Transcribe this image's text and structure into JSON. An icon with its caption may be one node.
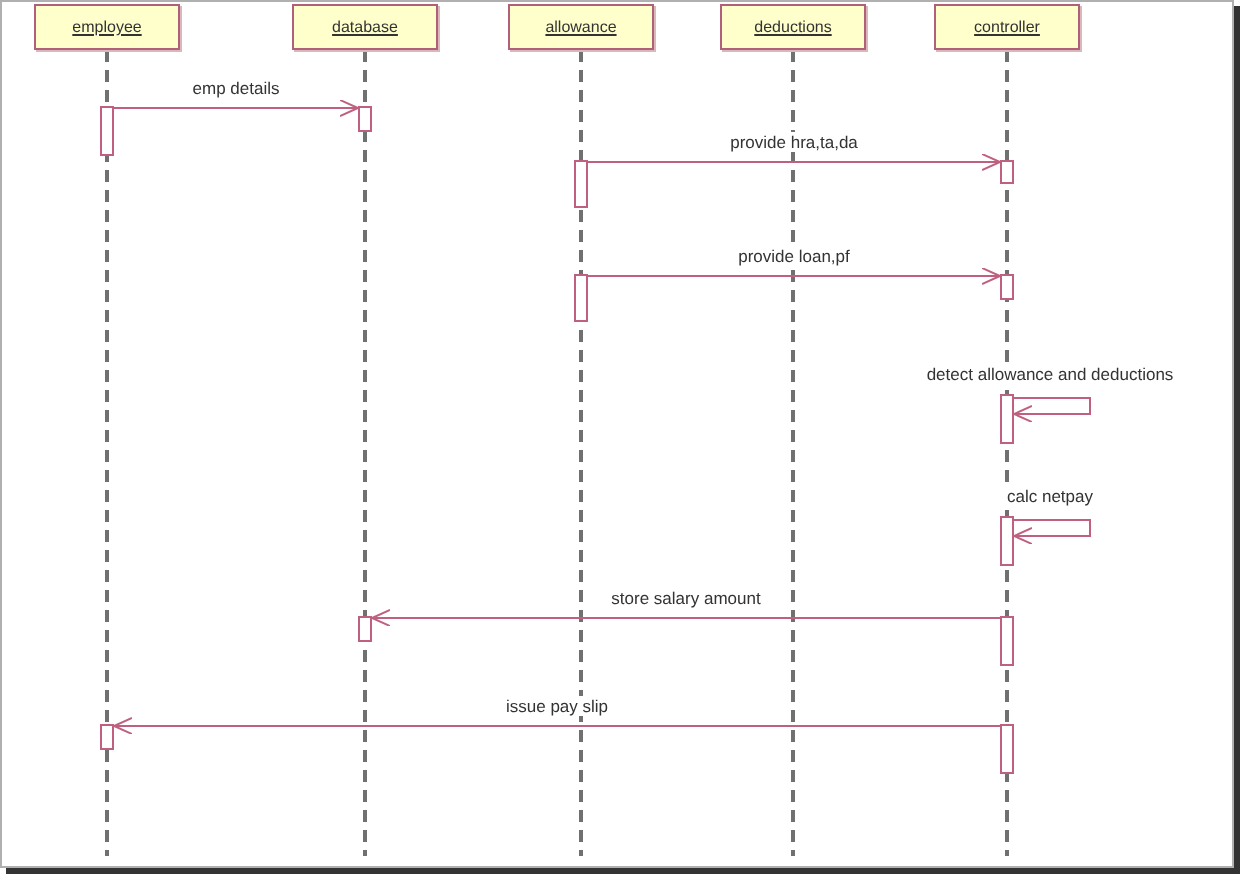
{
  "diagram": {
    "nodes": [
      {
        "text": [
          "employee"
        ]
      },
      {
        "text": [
          "database"
        ]
      },
      {
        "text": [
          "allowance"
        ]
      },
      {
        "text": [
          "deductions"
        ]
      },
      {
        "text": [
          "controller"
        ]
      },
      {
        "text": [],
        "shape": "bar"
      },
      {
        "text": [],
        "shape": "bar"
      },
      {
        "text": [],
        "shape": "bar"
      },
      {
        "text": [],
        "shape": "bar"
      },
      {
        "text": [],
        "shape": "bar"
      },
      {
        "text": [],
        "shape": "bar"
      },
      {
        "text": [],
        "shape": "bar"
      },
      {
        "text": [],
        "shape": "bar"
      },
      {
        "text": [],
        "shape": "bar"
      },
      {
        "text": [],
        "shape": "bar"
      },
      {
        "text": [],
        "shape": "bar"
      },
      {
        "text": [],
        "shape": "bar"
      }
    ],
    "edges": [
      {
        "from": 5,
        "to": 6,
        "arrow": "to",
        "label": "emp details"
      },
      {
        "from": 7,
        "to": 8,
        "arrow": "to",
        "label": "provide hra,ta,da"
      },
      {
        "from": 9,
        "to": 10,
        "arrow": "to",
        "label": "provide loan,pf"
      },
      {
        "from": 11,
        "to": 11,
        "arrow": "to",
        "label": "detect allowance and deductions"
      },
      {
        "from": 12,
        "to": 12,
        "arrow": "to",
        "label": "calc netpay"
      },
      {
        "from": 14,
        "to": 13,
        "arrow": "to",
        "label": "store salary amount"
      },
      {
        "from": 16,
        "to": 15,
        "arrow": "to",
        "label": "issue pay slip"
      }
    ]
  }
}
